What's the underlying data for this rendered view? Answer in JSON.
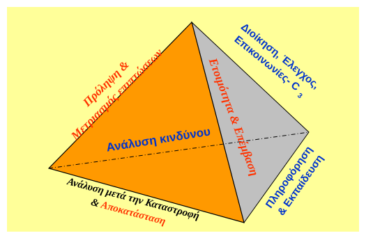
{
  "colors": {
    "background": "#FFFF99",
    "front_face": "#FF9900",
    "side_face": "#C0C0C0",
    "edge": "#000000",
    "red_text": "#FF3300",
    "blue_text": "#0033CC",
    "black_text": "#000000"
  },
  "labels": {
    "prevention_line1": "Πρόληψη &",
    "prevention_line2": "Μετριασμός επιπτώσεων",
    "readiness": "Ετοιμότητα & Επέμβαση",
    "risk_analysis": "Ανάλυση κινδύνου",
    "command_line1": "Διοίκηση, Έλεγχος,",
    "command_line2_main": "Επικοινωνίες- C",
    "command_line2_sub": "3",
    "information_line1": "Πληροφόρηση",
    "information_line2": "& Εκπαίδευση",
    "post_disaster_line1": "Ανάλυση μετά την Καταστροφή",
    "post_disaster_amp": "& ",
    "post_disaster_recovery": "Αποκατάσταση"
  }
}
